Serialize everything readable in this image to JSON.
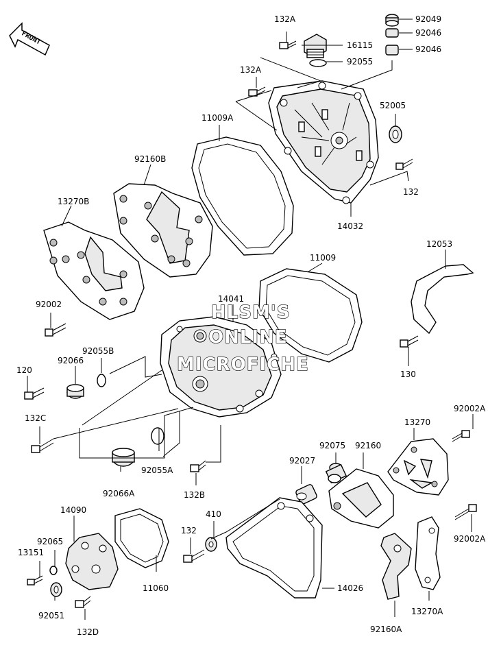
{
  "front_badge": "FRONT",
  "watermark": [
    "HLSM'S",
    "ONLINE",
    "MICROFICHE"
  ],
  "callouts": {
    "c132A_top": "132A",
    "c92049": "92049",
    "c92046_a": "92046",
    "c92046_b": "92046",
    "c16115": "16115",
    "c92055": "92055",
    "c132A_mid": "132A",
    "c52005": "52005",
    "c11009A": "11009A",
    "c132_top": "132",
    "c14032": "14032",
    "c92160B": "92160B",
    "c13270B": "13270B",
    "c12053": "12053",
    "c11009": "11009",
    "c14041": "14041",
    "c92002": "92002",
    "c92055B": "92055B",
    "c92066": "92066",
    "c120": "120",
    "c130": "130",
    "c132C": "132C",
    "c13270": "13270",
    "c92002A_top": "92002A",
    "c92075": "92075",
    "c92160": "92160",
    "c92027": "92027",
    "c92055A": "92055A",
    "c92066A": "92066A",
    "c132B": "132B",
    "c14090": "14090",
    "c410": "410",
    "c132_bot": "132",
    "c92065": "92065",
    "c13151": "13151",
    "c11060": "11060",
    "c92002A_bot": "92002A",
    "c14026": "14026",
    "c92051": "92051",
    "c132D": "132D",
    "c92160A": "92160A",
    "c13270A": "13270A"
  }
}
